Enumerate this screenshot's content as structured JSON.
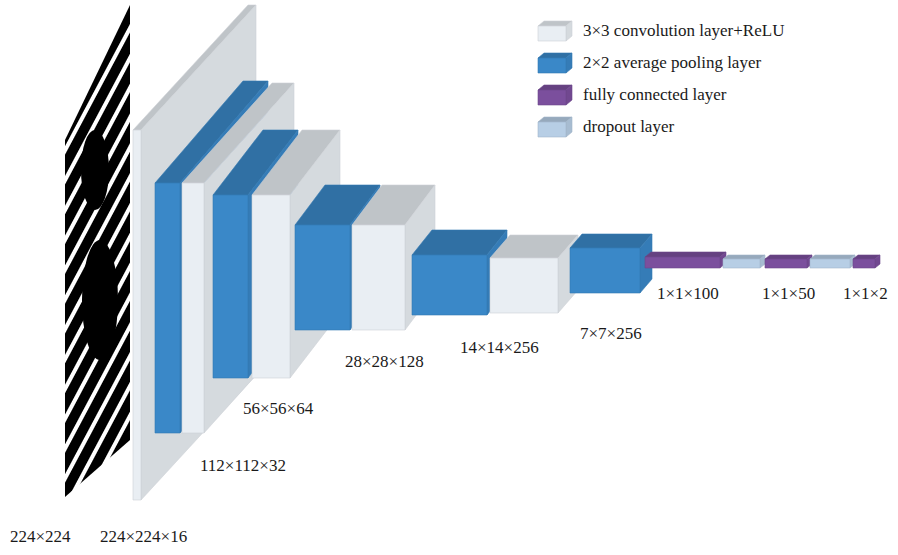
{
  "diagram": {
    "labels": [
      "224×224",
      "224×224×16",
      "112×112×32",
      "56×56×64",
      "28×28×128",
      "14×14×256",
      "7×7×256",
      "1×1×100",
      "1×1×50",
      "1×1×2"
    ],
    "legend": [
      {
        "text": "3×3 convolution layer+ReLU",
        "color": "#e9eef3"
      },
      {
        "text": "2×2 average pooling layer",
        "color": "#3a88c8"
      },
      {
        "text": "fully connected layer",
        "color": "#7b4f9d"
      },
      {
        "text": "dropout layer",
        "color": "#b7cee5"
      }
    ]
  }
}
